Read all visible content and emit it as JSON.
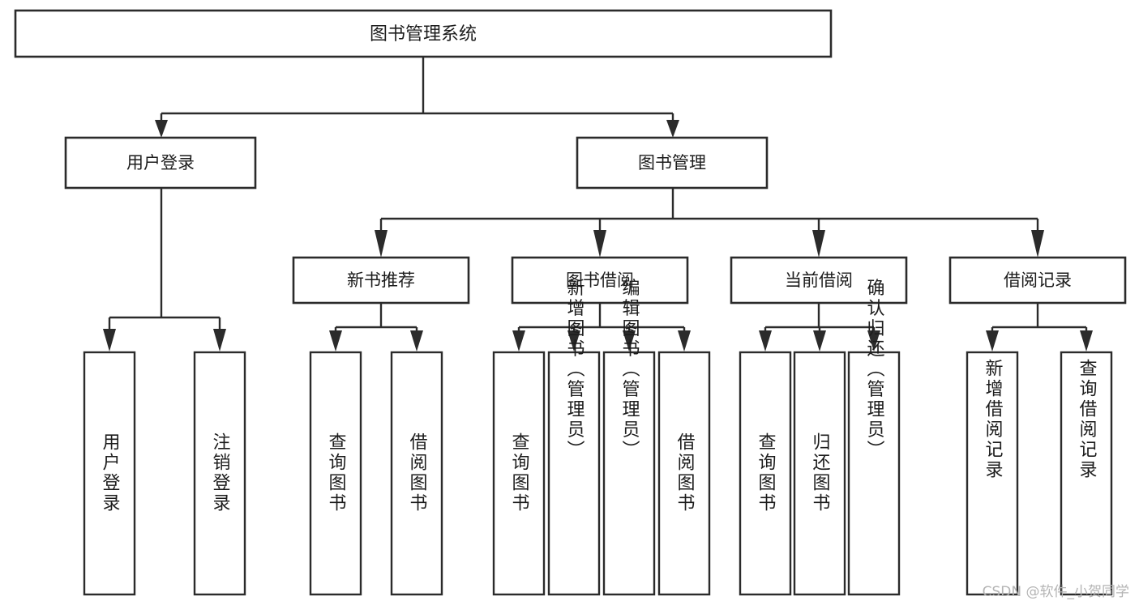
{
  "diagram": {
    "type": "tree-hierarchy-chart",
    "title": "图书管理系统",
    "root": {
      "label": "图书管理系统",
      "orientation": "horizontal"
    },
    "level2": [
      {
        "id": "user-login",
        "label": "用户登录",
        "orientation": "horizontal"
      },
      {
        "id": "book-management",
        "label": "图书管理",
        "orientation": "horizontal"
      }
    ],
    "level3": [
      {
        "id": "new-book-recommend",
        "label": "新书推荐",
        "parent": "book-management",
        "orientation": "horizontal"
      },
      {
        "id": "book-borrow",
        "label": "图书借阅",
        "parent": "book-management",
        "orientation": "horizontal"
      },
      {
        "id": "current-borrow",
        "label": "当前借阅",
        "parent": "book-management",
        "orientation": "horizontal"
      },
      {
        "id": "borrow-record",
        "label": "借阅记录",
        "parent": "book-management",
        "orientation": "horizontal"
      }
    ],
    "leaves": [
      {
        "id": "leaf-user-login",
        "label": "用户登录",
        "parent": "user-login",
        "orientation": "vertical"
      },
      {
        "id": "leaf-user-logout",
        "label": "注销登录",
        "parent": "user-login",
        "orientation": "vertical"
      },
      {
        "id": "leaf-query-book-1",
        "label": "查询图书",
        "parent": "new-book-recommend",
        "orientation": "vertical"
      },
      {
        "id": "leaf-borrow-book-1",
        "label": "借阅图书",
        "parent": "new-book-recommend",
        "orientation": "vertical"
      },
      {
        "id": "leaf-query-book-2",
        "label": "查询图书",
        "parent": "book-borrow",
        "orientation": "vertical"
      },
      {
        "id": "leaf-add-book",
        "label": "新增图书（管理员）",
        "parent": "book-borrow",
        "orientation": "vertical"
      },
      {
        "id": "leaf-edit-book",
        "label": "编辑图书（管理员）",
        "parent": "book-borrow",
        "orientation": "vertical"
      },
      {
        "id": "leaf-borrow-book-2",
        "label": "借阅图书",
        "parent": "book-borrow",
        "orientation": "vertical"
      },
      {
        "id": "leaf-query-book-3",
        "label": "查询图书",
        "parent": "current-borrow",
        "orientation": "vertical"
      },
      {
        "id": "leaf-return-book",
        "label": "归还图书",
        "parent": "current-borrow",
        "orientation": "vertical"
      },
      {
        "id": "leaf-confirm-return",
        "label": "确认归还（管理员）",
        "parent": "current-borrow",
        "orientation": "vertical"
      },
      {
        "id": "leaf-add-record",
        "label": "新增借阅记录",
        "parent": "borrow-record",
        "orientation": "vertical"
      },
      {
        "id": "leaf-query-record",
        "label": "查询借阅记录",
        "parent": "borrow-record",
        "orientation": "vertical"
      }
    ]
  },
  "watermark": {
    "text": "CSDN @软件_小贺同学"
  },
  "colors": {
    "stroke": "#2b2b2b",
    "fill": "#ffffff",
    "text": "#1c1c1c",
    "watermark": "#b4b4b4"
  }
}
